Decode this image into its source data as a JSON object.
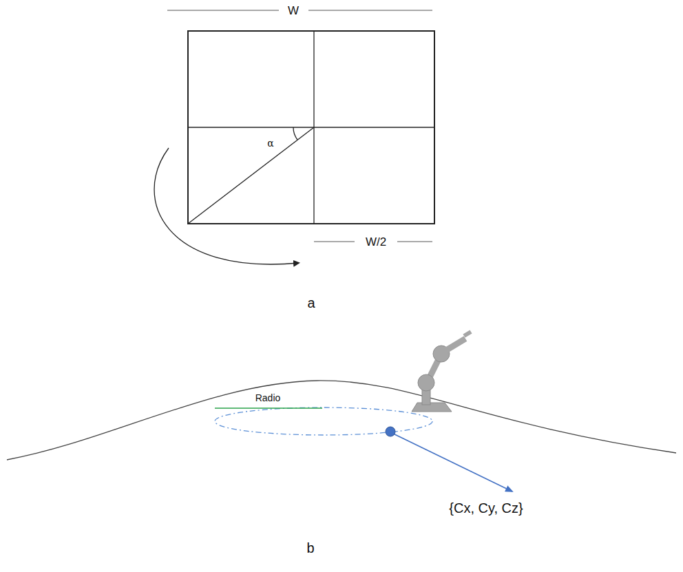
{
  "diagram": {
    "labels": [
      "W",
      "α",
      "W/2",
      "a",
      "Radio",
      "{Cx, Cy, Cz}",
      "b"
    ]
  }
}
